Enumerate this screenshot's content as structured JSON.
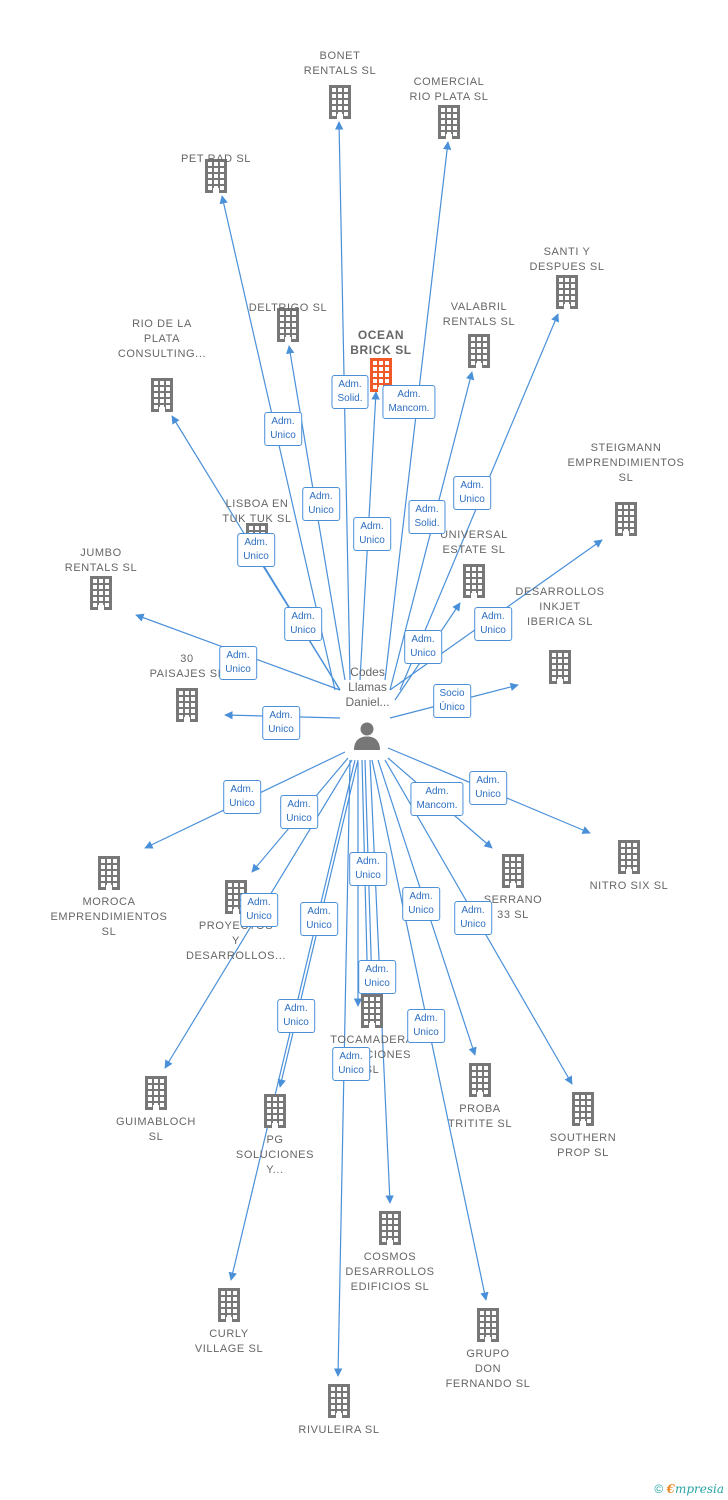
{
  "center": {
    "name": "Codes\nLlamas\nDaniel..."
  },
  "companies": [
    {
      "key": "bonet",
      "name": "BONET\nRENTALS  SL",
      "highlight": false
    },
    {
      "key": "comercial",
      "name": "COMERCIAL\nRIO PLATA  SL",
      "highlight": false
    },
    {
      "key": "petrad",
      "name": "PET RAD  SL",
      "highlight": false
    },
    {
      "key": "santiy",
      "name": "SANTI Y\nDESPUES  SL",
      "highlight": false
    },
    {
      "key": "deltrigo",
      "name": "DELTRIGO  SL",
      "highlight": false
    },
    {
      "key": "valabril",
      "name": "VALABRIL\nRENTALS  SL",
      "highlight": false
    },
    {
      "key": "ocean",
      "name": "OCEAN\nBRICK  SL",
      "highlight": true
    },
    {
      "key": "riodelaplata",
      "name": "RIO DE LA\nPLATA\nCONSULTING...",
      "highlight": false
    },
    {
      "key": "steigmann",
      "name": "STEIGMANN\nEMPRENDIMIENTOS\nSL",
      "highlight": false
    },
    {
      "key": "lisboa",
      "name": "LISBOA EN\nTUK TUK  SL",
      "highlight": false
    },
    {
      "key": "universal",
      "name": "UNIVERSAL\nESTATE  SL",
      "highlight": false
    },
    {
      "key": "jumbo",
      "name": "JUMBO\nRENTALS  SL",
      "highlight": false
    },
    {
      "key": "desarrollos",
      "name": "DESARROLLOS\nINKJET\nIBERICA  SL",
      "highlight": false
    },
    {
      "key": "paisajes",
      "name": "30\nPAISAJES  SL",
      "highlight": false
    },
    {
      "key": "moroca",
      "name": "MOROCA\nEMPRENDIMIENTOS\nSL",
      "highlight": false
    },
    {
      "key": "proyectos",
      "name": "PROYECTOS\nY\nDESARROLLOS...",
      "highlight": false
    },
    {
      "key": "serrano",
      "name": "SERRANO\n33  SL",
      "highlight": false
    },
    {
      "key": "nitro",
      "name": "NITRO SIX  SL",
      "highlight": false
    },
    {
      "key": "tocamadera",
      "name": "TOCAMADERA\nSOLUCIONES\nSL",
      "highlight": false
    },
    {
      "key": "guimabloch",
      "name": "GUIMABLOCH\nSL",
      "highlight": false
    },
    {
      "key": "pg",
      "name": "PG\nSOLUCIONES\nY...",
      "highlight": false
    },
    {
      "key": "proba",
      "name": "PROBA\nTRITITE  SL",
      "highlight": false
    },
    {
      "key": "southern",
      "name": "SOUTHERN\nPROP  SL",
      "highlight": false
    },
    {
      "key": "cosmos",
      "name": "COSMOS\nDESARROLLOS\nEDIFICIOS  SL",
      "highlight": false
    },
    {
      "key": "curly",
      "name": "CURLY\nVILLAGE  SL",
      "highlight": false
    },
    {
      "key": "grupo",
      "name": "GRUPO\nDON\nFERNANDO  SL",
      "highlight": false
    },
    {
      "key": "rivuleira",
      "name": "RIVULEIRA  SL",
      "highlight": false
    }
  ],
  "badges": [
    {
      "key": "b_ocean_solid",
      "text": "Adm.\nSolid."
    },
    {
      "key": "b_ocean_manc",
      "text": "Adm.\nMancom."
    },
    {
      "key": "b_deltrigo",
      "text": "Adm.\nUnico"
    },
    {
      "key": "b_petrad",
      "text": "Adm.\nUnico"
    },
    {
      "key": "b_bonet",
      "text": "Adm.\nUnico"
    },
    {
      "key": "b_comercial",
      "text": "Adm.\nSolid."
    },
    {
      "key": "b_valabril",
      "text": "Adm.\nUnico"
    },
    {
      "key": "b_rio",
      "text": "Adm.\nUnico"
    },
    {
      "key": "b_lisboa",
      "text": "Adm.\nUnico"
    },
    {
      "key": "b_steigmann",
      "text": "Adm.\nUnico"
    },
    {
      "key": "b_universal",
      "text": "Adm.\nUnico"
    },
    {
      "key": "b_jumbo",
      "text": "Adm.\nUnico"
    },
    {
      "key": "b_desarrollos",
      "text": "Socio\nÚnico"
    },
    {
      "key": "b_paisajes",
      "text": "Adm.\nUnico"
    },
    {
      "key": "b_moroca",
      "text": "Adm.\nUnico"
    },
    {
      "key": "b_proyectos",
      "text": "Adm.\nUnico"
    },
    {
      "key": "b_serrano",
      "text": "Adm.\nMancom."
    },
    {
      "key": "b_nitro",
      "text": "Adm.\nUnico"
    },
    {
      "key": "b_guimabloch",
      "text": "Adm.\nUnico"
    },
    {
      "key": "b_pg",
      "text": "Adm.\nUnico"
    },
    {
      "key": "b_toca",
      "text": "Adm.\nUnico"
    },
    {
      "key": "b_proba",
      "text": "Adm.\nUnico"
    },
    {
      "key": "b_southern",
      "text": "Adm.\nUnico"
    },
    {
      "key": "b_cosmos",
      "text": "Adm.\nUnico"
    },
    {
      "key": "b_curly",
      "text": "Adm.\nUnico"
    },
    {
      "key": "b_grupo",
      "text": "Adm.\nUnico"
    },
    {
      "key": "b_rivuleira",
      "text": "Adm.\nUnico"
    }
  ],
  "colors": {
    "edge": "#4a90d9",
    "building": "#777777",
    "highlight": "#f05a28",
    "badge_text": "#2e6fc0"
  },
  "footer": {
    "copyright": "©",
    "brand_e": "€",
    "brand_rest": "mpresia"
  }
}
